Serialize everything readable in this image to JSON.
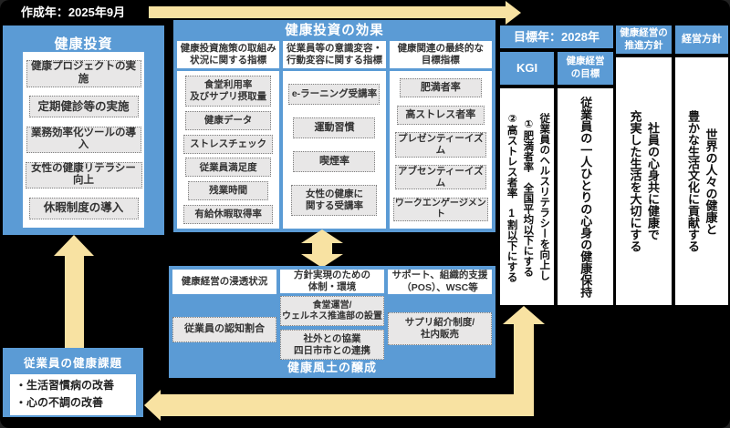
{
  "meta": {
    "created_label": "作成年：2025年9月",
    "target_label": "目標年：2028年"
  },
  "colors": {
    "background": "#000000",
    "accent_blue": "#5B9BD5",
    "arrow_yellow": "#F8E2A2",
    "item_gray": "#E8E7E7"
  },
  "investment": {
    "title": "健康投資",
    "items": [
      "健康プロジェクトの実施",
      "定期健診等の実施",
      "業務効率化ツールの導入",
      "女性の健康リテラシー向上",
      "休暇制度の導入"
    ]
  },
  "effects": {
    "title": "健康投資の効果",
    "columns": [
      {
        "header": "健康投資施策の取組み\n状況に関する指標",
        "items": [
          "食堂利用率\n及びサプリ摂取量",
          "健康データ",
          "ストレスチェック",
          "従業員満足度",
          "残業時間",
          "有給休暇取得率"
        ]
      },
      {
        "header": "従業員等の意識変容・\n行動変容に関する指標",
        "items": [
          "e-ラーニング受講率",
          "運動習慣",
          "喫煙率",
          "女性の健康に\n関する受講率"
        ]
      },
      {
        "header": "健康関連の最終的な\n目標指標",
        "items": [
          "肥満者率",
          "高ストレス者率",
          "プレゼンティーイズム",
          "アブセンティーイズム",
          "ワークエンゲージメント"
        ]
      }
    ]
  },
  "culture": {
    "title": "健康風土の醸成",
    "columns": [
      {
        "header": "健康経営の浸透状況",
        "items": [
          "従業員の認知割合"
        ]
      },
      {
        "header": "方針実現のための\n体制・環境",
        "items": [
          "食堂運営/\nウェルネス推進部の設置",
          "社外との協業\n四日市市との連携"
        ]
      },
      {
        "header": "サポート、組織的支援\n（POS）、WSC等",
        "items": [
          "サプリ紹介制度/\n社内販売"
        ]
      }
    ]
  },
  "issues": {
    "title": "従業員の健康課題",
    "items": [
      "・生活習慣病の改善",
      "・心の不調の改善"
    ]
  },
  "goals": {
    "kgi_header": "KGI",
    "kgi_text": "従業員のヘルスリテラシーを向上し\n①肥満者率　全国平均以下にする\n②高ストレス者率　1割以下にする",
    "goal_header": "健康経営\nの目標",
    "goal_text": "従業員の一人ひとりの心身の健康保持",
    "promotion_header": "健康経営の\n推進方針",
    "promotion_text": "社員の心身共に健康で\n充実した生活を大切にする",
    "policy_header": "経営方針",
    "policy_text": "世界の人々の健康と\n豊かな生活文化に貢献する"
  }
}
